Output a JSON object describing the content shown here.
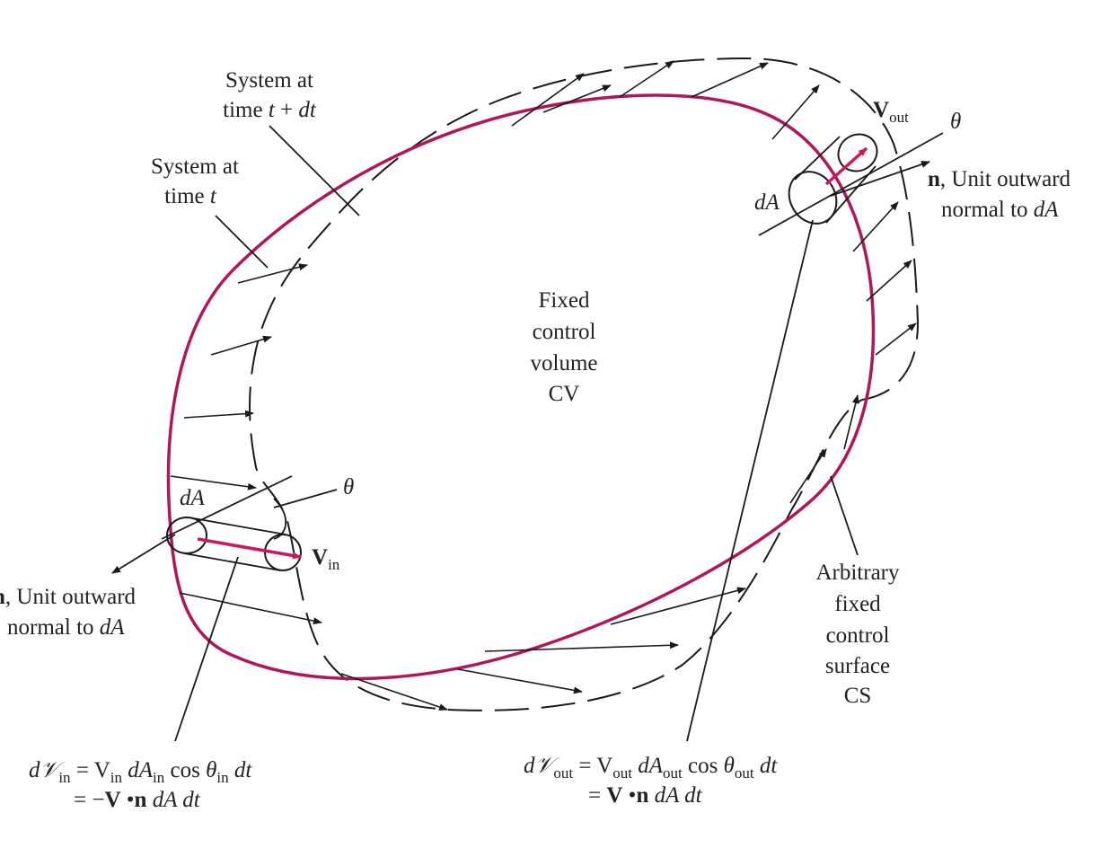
{
  "colors": {
    "control_surface": "#b0165a",
    "velocity_vector": "#c8185e",
    "line": "#1a1a1a",
    "text": "#222222"
  },
  "labels": {
    "system_t_dt": {
      "line1": "System at",
      "line2_prefix": "time ",
      "line2_var": "t",
      "line2_mid": " + ",
      "line2_var2": "dt"
    },
    "system_t": {
      "line1": "System at",
      "line2_prefix": "time ",
      "line2_var": "t"
    },
    "cv": {
      "line1": "Fixed",
      "line2": "control",
      "line3": "volume",
      "line4": "CV"
    },
    "cs": {
      "line1": "Arbitrary",
      "line2": "fixed",
      "line3": "control",
      "line4": "surface",
      "line5": "CS"
    },
    "theta": "θ",
    "dA": "dA",
    "V": "V",
    "sub_out": "out",
    "sub_in": "in",
    "n_right": {
      "n": "n",
      "rest": ", Unit outward",
      "line2": "normal to ",
      "var": "dA"
    },
    "n_left": {
      "n": "n",
      "rest": ", Unit outward",
      "line2": "normal to ",
      "var": "dA"
    }
  },
  "equations": {
    "in_line1": {
      "a": "d𝒱",
      "b": " = V",
      "c": " dA",
      "d": " cos",
      "e": " θ",
      "f": " dt"
    },
    "in_line2": {
      "a": "= −",
      "b": "V",
      "c": " •",
      "d": "n",
      "e": "  dA dt"
    },
    "out_line1": {
      "a": "d𝒱",
      "b": " = V",
      "c": " dA",
      "d": " cos",
      "e": " θ",
      "f": " dt"
    },
    "out_line2": {
      "a": "= ",
      "b": "V",
      "c": " •",
      "d": "n",
      "e": "  dA dt"
    }
  }
}
